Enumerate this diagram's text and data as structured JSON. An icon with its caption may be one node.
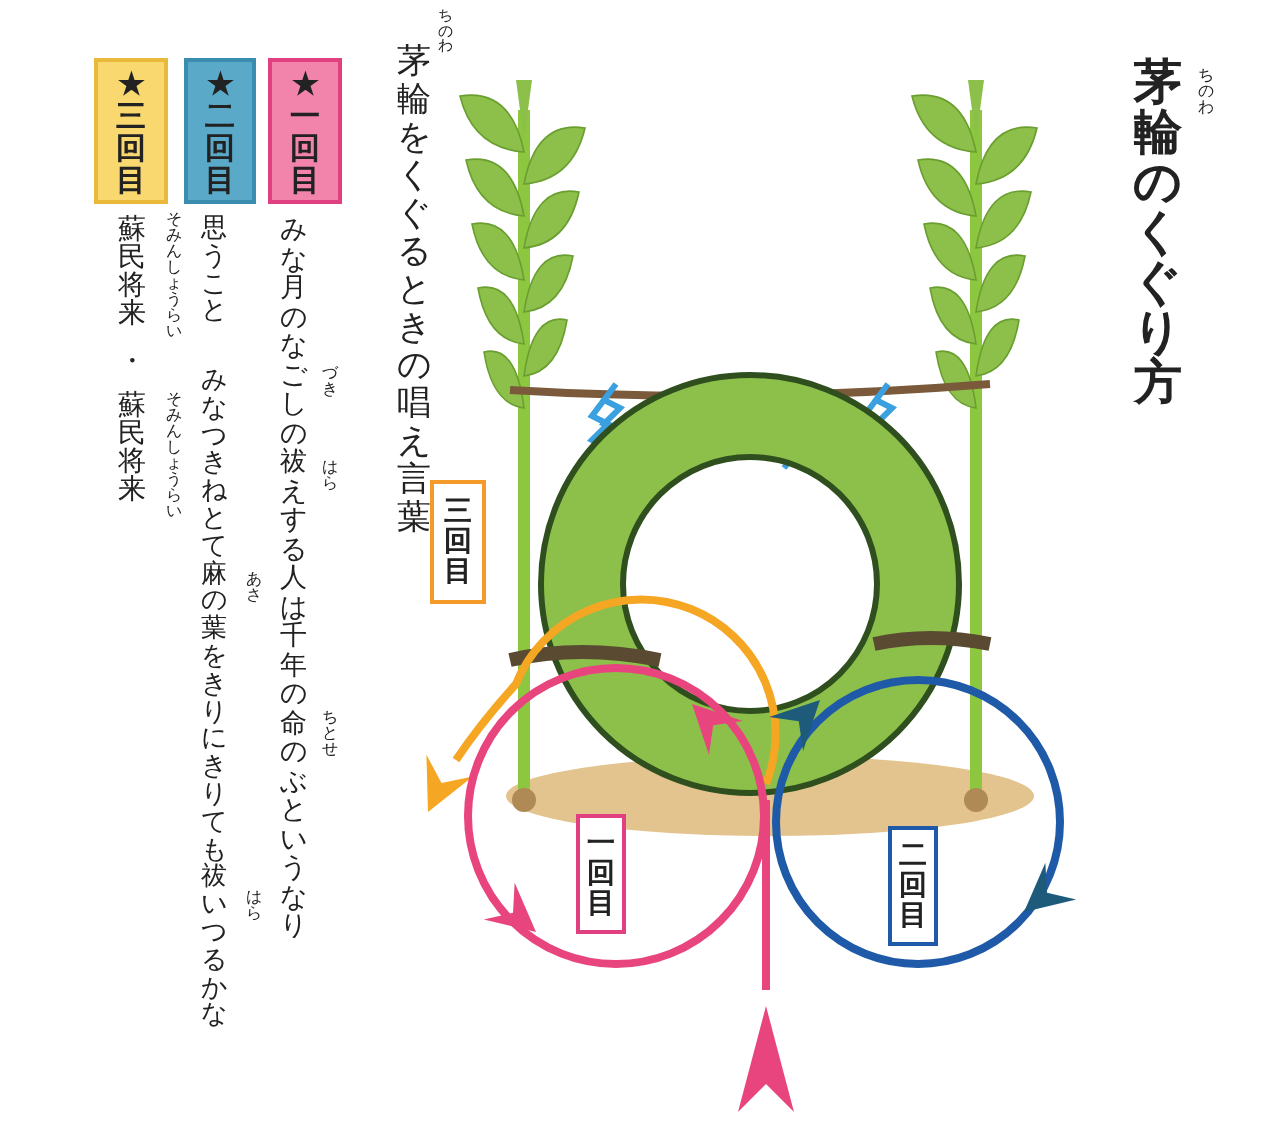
{
  "diagram": {
    "title": "茅輪のくぐり方",
    "nodes": [
      {
        "text": [
          "★一回目"
        ]
      },
      {
        "text": [
          "★二回目"
        ]
      },
      {
        "text": [
          "★三回目"
        ]
      },
      {
        "text": [
          "三回目"
        ]
      },
      {
        "text": [
          "一回目"
        ]
      },
      {
        "text": [
          "二回目"
        ]
      }
    ],
    "labels": [
      "ちのわ",
      "ちのわ",
      "茅輪をくぐるときの唱え言葉",
      "みな月のなごしの祓えする人は千年の命のぶというなり",
      "づき",
      "はら",
      "ちとせ",
      "思うこと",
      "みなつきねとて麻の葉をきりにきりても祓いつるかな",
      "あさ",
      "はら",
      "蘇民将来",
      "・",
      "蘇民将来",
      "そみんしょうらい",
      "そみんしょうらい"
    ]
  }
}
